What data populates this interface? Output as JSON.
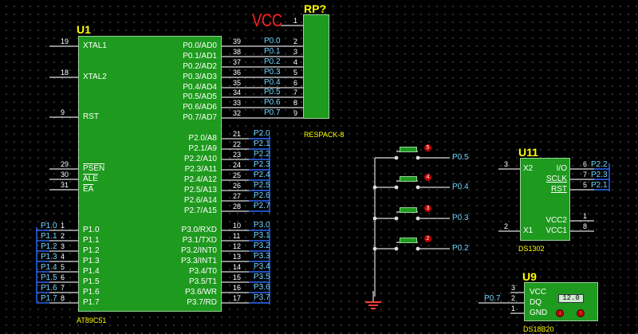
{
  "vcc_label": "VCC",
  "u1": {
    "ref": "U1",
    "model": "AT89C51",
    "left_pins": [
      {
        "name": "XTAL1",
        "num": "19"
      },
      {
        "name": "XTAL2",
        "num": "18"
      },
      {
        "name": "RST",
        "num": "9"
      },
      {
        "name": "PSEN",
        "num": "29"
      },
      {
        "name": "ALE",
        "num": "30"
      },
      {
        "name": "EA",
        "num": "31"
      },
      {
        "name": "P1.0",
        "num": "1",
        "net": "P1.0"
      },
      {
        "name": "P1.1",
        "num": "2",
        "net": "P1.1"
      },
      {
        "name": "P1.2",
        "num": "3",
        "net": "P1.2"
      },
      {
        "name": "P1.3",
        "num": "4",
        "net": "P1.3"
      },
      {
        "name": "P1.4",
        "num": "5",
        "net": "P1.4"
      },
      {
        "name": "P1.5",
        "num": "6",
        "net": "P1.5"
      },
      {
        "name": "P1.6",
        "num": "7",
        "net": "P1.6"
      },
      {
        "name": "P1.7",
        "num": "8",
        "net": "P1.7"
      }
    ],
    "right_pins": [
      {
        "name": "P0.0/AD0",
        "num": "39",
        "net": "P0.0"
      },
      {
        "name": "P0.1/AD1",
        "num": "38",
        "net": "P0.1"
      },
      {
        "name": "P0.2/AD2",
        "num": "37",
        "net": "P0.2"
      },
      {
        "name": "P0.3/AD3",
        "num": "36",
        "net": "P0.3"
      },
      {
        "name": "P0.4/AD4",
        "num": "35",
        "net": "P0.4"
      },
      {
        "name": "P0.5/AD5",
        "num": "34",
        "net": "P0.5"
      },
      {
        "name": "P0.6/AD6",
        "num": "33",
        "net": "P0.6"
      },
      {
        "name": "P0.7/AD7",
        "num": "32",
        "net": "P0.7"
      },
      {
        "name": "P2.0/A8",
        "num": "21",
        "net": "P2.0"
      },
      {
        "name": "P2.1/A9",
        "num": "22",
        "net": "P2.1"
      },
      {
        "name": "P2.2/A10",
        "num": "23",
        "net": "P2.2"
      },
      {
        "name": "P2.3/A11",
        "num": "24",
        "net": "P2.3"
      },
      {
        "name": "P2.4/A12",
        "num": "25",
        "net": "P2.4"
      },
      {
        "name": "P2.5/A13",
        "num": "26",
        "net": "P2.5"
      },
      {
        "name": "P2.6/A14",
        "num": "27",
        "net": "P2.6"
      },
      {
        "name": "P2.7/A15",
        "num": "28",
        "net": "P2.7"
      },
      {
        "name": "P3.0/RXD",
        "num": "10",
        "net": "P3.0"
      },
      {
        "name": "P3.1/TXD",
        "num": "11",
        "net": "P3.1"
      },
      {
        "name": "P3.2/INT0",
        "num": "12",
        "net": "P3.2"
      },
      {
        "name": "P3.3/INT1",
        "num": "13",
        "net": "P3.3"
      },
      {
        "name": "P3.4/T0",
        "num": "14",
        "net": "P3.4"
      },
      {
        "name": "P3.5/T1",
        "num": "15",
        "net": "P3.5"
      },
      {
        "name": "P3.6/WR",
        "num": "16",
        "net": "P3.6"
      },
      {
        "name": "P3.7/RD",
        "num": "17",
        "net": "P3.7"
      }
    ]
  },
  "rp": {
    "ref": "RP?",
    "model": "RESPACK-8",
    "pins": [
      "1",
      "2",
      "3",
      "4",
      "5",
      "6",
      "7",
      "8",
      "9"
    ],
    "nets": [
      "P0.0",
      "P0.1",
      "P0.2",
      "P0.3",
      "P0.4",
      "P0.5",
      "P0.6",
      "P0.7"
    ]
  },
  "buttons": [
    {
      "net": "P0.5",
      "marker": "5"
    },
    {
      "net": "P0.4",
      "marker": "4"
    },
    {
      "net": "P0.3",
      "marker": "3"
    },
    {
      "net": "P0.2",
      "marker": "2"
    }
  ],
  "u11": {
    "ref": "U11",
    "model": "DS1302",
    "left_pins": [
      {
        "name": "X2",
        "num": "3"
      },
      {
        "name": "X1",
        "num": "2"
      }
    ],
    "right_pins": [
      {
        "name": "I/O",
        "num": "6",
        "net": "P2.2"
      },
      {
        "name": "SCLK",
        "num": "7",
        "net": "P2.3"
      },
      {
        "name": "RST",
        "num": "5",
        "net": "P2.1"
      },
      {
        "name": "VCC2",
        "num": "1"
      },
      {
        "name": "VCC1",
        "num": "8"
      }
    ]
  },
  "u9": {
    "ref": "U9",
    "model": "DS18B20",
    "pins": [
      {
        "name": "VCC",
        "num": "3"
      },
      {
        "name": "DQ",
        "num": "2"
      },
      {
        "name": "GND",
        "num": "1"
      }
    ],
    "dq_net": "P0.7",
    "display": "12.0"
  }
}
